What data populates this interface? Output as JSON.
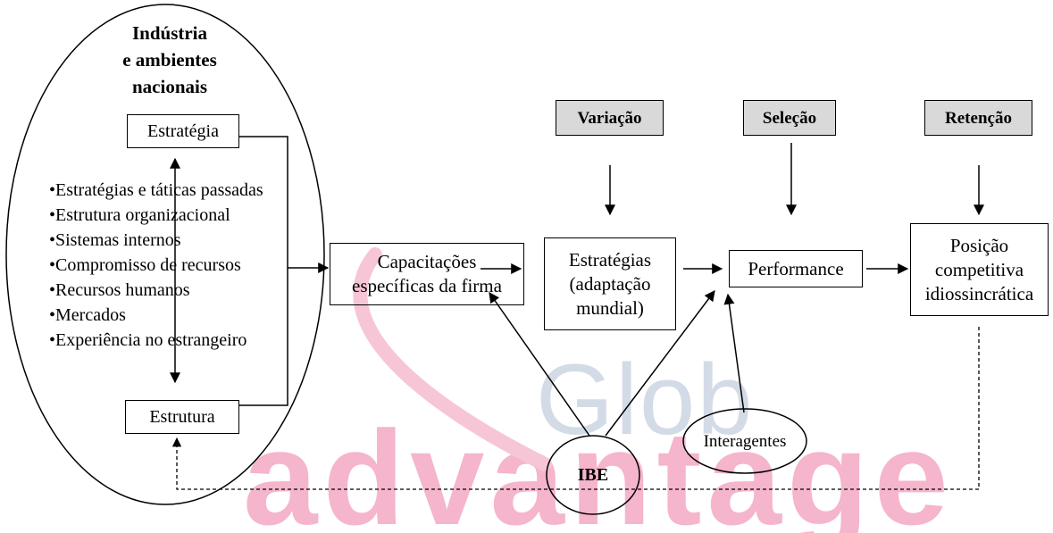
{
  "watermark": {
    "top": "Glob",
    "bottom": "advantage"
  },
  "context": {
    "title": "Indústria\ne ambientes\nnacionais"
  },
  "strategy_box": "Estratégia",
  "structure_box": "Estrutura",
  "factors": [
    "•Estratégias e táticas passadas",
    "•Estrutura organizacional",
    "•Sistemas internos",
    "•Compromisso de recursos",
    "•Recursos humanos",
    "•Mercados",
    "•Experiência no estrangeiro"
  ],
  "capabilities_box": "Capacitações\nespecíficas da firma",
  "strategies_box": "Estratégias\n(adaptação\nmundial)",
  "performance_box": "Performance",
  "position_box": "Posição\ncompetitiva\nidiossincrática",
  "headers": {
    "variation": "Variação",
    "selection": "Seleção",
    "retention": "Retenção"
  },
  "ibe": "IBE",
  "interagentes": "Interagentes"
}
